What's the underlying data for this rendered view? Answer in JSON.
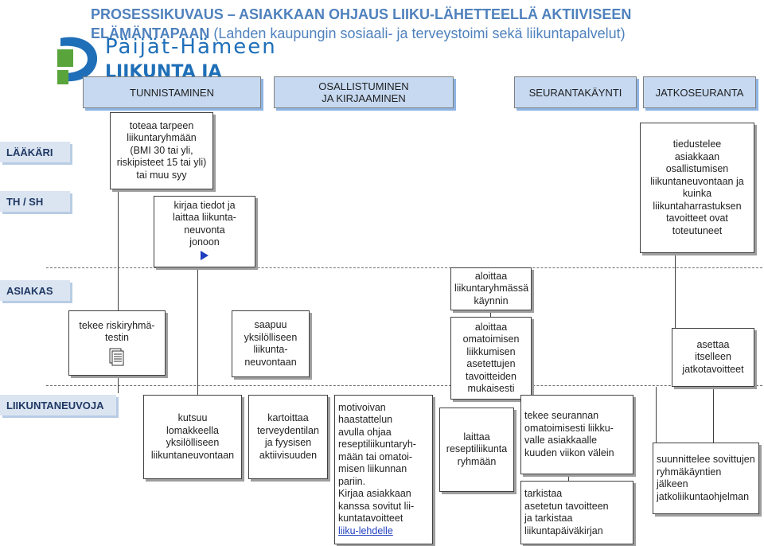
{
  "title": {
    "line1": "PROSESSIKUVAUS – ASIAKKAAN OHJAUS LIIKU-LÄHETTEELLÄ AKTIIVISEEN",
    "line2_bold": "ELÄMÄNTAPAAN",
    "line2_rest": " (Lahden kaupungin sosiaali- ja terveystoimi sekä liikuntapalvelut)"
  },
  "logo": {
    "line1": "Päijät-Hämeen",
    "line2": "LIIKUNTA JA URHEILU"
  },
  "phases": {
    "tunnistaminen": "TUNNISTAMINEN",
    "osallistuminen": "OSALLISTUMINEN\nJA KIRJAAMINEN",
    "seurantakaynti": "SEURANTAKÄYNTI",
    "jatkoseuranta": "JATKOSEURANTA"
  },
  "roles": {
    "laakari": "LÄÄKÄRI",
    "th_sh": "TH / SH",
    "asiakas": "ASIAKAS",
    "liikuntaneuvoja": "LIIKUNTANEUVOJA"
  },
  "boxes": {
    "toteaa": "toteaa tarpeen\nliikuntaryhmään\n(BMI 30 tai yli,\nriskipisteet 15 tai yli)\ntai muu syy",
    "kirjaa": "kirjaa tiedot ja\nlaittaa liikunta-\nneuvonta\njonoon",
    "tiedustelee": "tiedustelee\nasiakkaan\nosallistumisen\nliikuntaneuvontaan ja\nkuinka\nliikuntaharrastuksen\ntavoitteet ovat\ntoteutuneet",
    "aloittaa_kaynnin": "aloittaa\nliikuntaryhmässä\nkäynnin",
    "tekee_riskiryhma": "tekee riskiryhmä-\ntestin",
    "saapuu": "saapuu\nyksilölliseen\nliikunta-\nneuvontaan",
    "aloittaa_omatoimisen": "aloittaa\nomatoimisen\nliikkumisen\nasetettujen\ntavoitteiden\nmukaisesti",
    "asettaa": "asettaa\nitselleen\njatkotavoitteet",
    "kutsuu": "kutsuu\nlomakkeella\nyksilölliseen\nliikuntaneuvontaan",
    "kartoittaa": "kartoittaa\nterveydentilan\nja fyysisen\naktiivisuuden",
    "motivoivan": "motivoivan\nhaastattelun\navulla ohjaa\nreseptiliikuntaryh-\nmään tai omatoi-\nmisen liikunnan\npariin.\nKirjaa asiakkaan\nkanssa sovitut lii-\nkuntatavoitteet",
    "motivoivan_link": "liiku-lehdelle",
    "laittaa": "laittaa\nreseptiliikunta\nryhmään",
    "tekee_seurannan": "tekee seurannan\nomatoimisesti liikku-\nvalle asiakkaalle\nkuuden viikon välein",
    "tarkistaa": "tarkistaa\nasetetun tavoitteen\nja tarkistaa\nliikuntapäiväkirjan",
    "suunnittelee": "suunnittelee sovittujen\nryhmäkäyntien\njälkeen\njatkoliikuntaohjelman"
  },
  "icons": {
    "play": "play-icon",
    "document": "document-icon",
    "logo_mark": "logo-mark-icon"
  },
  "colors": {
    "title": "#4f81bd",
    "phase_bg": "#c6d9f1",
    "role_bg": "#dbe5f1",
    "logo": "#1f6fb8"
  }
}
